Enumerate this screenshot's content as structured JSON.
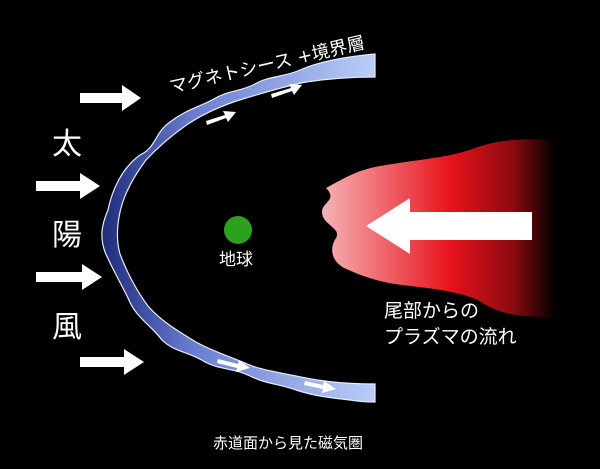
{
  "solar_wind": [
    "太",
    "陽",
    "風"
  ],
  "magnetosheath_label": "マグネトシース +境界層",
  "earth_label": "地球",
  "tail_flow_label": [
    "尾部からの",
    "プラズマの流れ"
  ],
  "caption": "赤道面から見た磁気圏",
  "colors": {
    "background": "#000000",
    "earth": "#2ca11e",
    "magnetosheath": "#9fb6ee",
    "tail_plasma": "#e8131c",
    "arrow": "#ffffff"
  },
  "icons": {
    "solar_wind_arrow": "right-arrow-icon",
    "flow_arrow": "small-right-arrow-icon",
    "tail_arrow": "left-arrow-icon"
  }
}
